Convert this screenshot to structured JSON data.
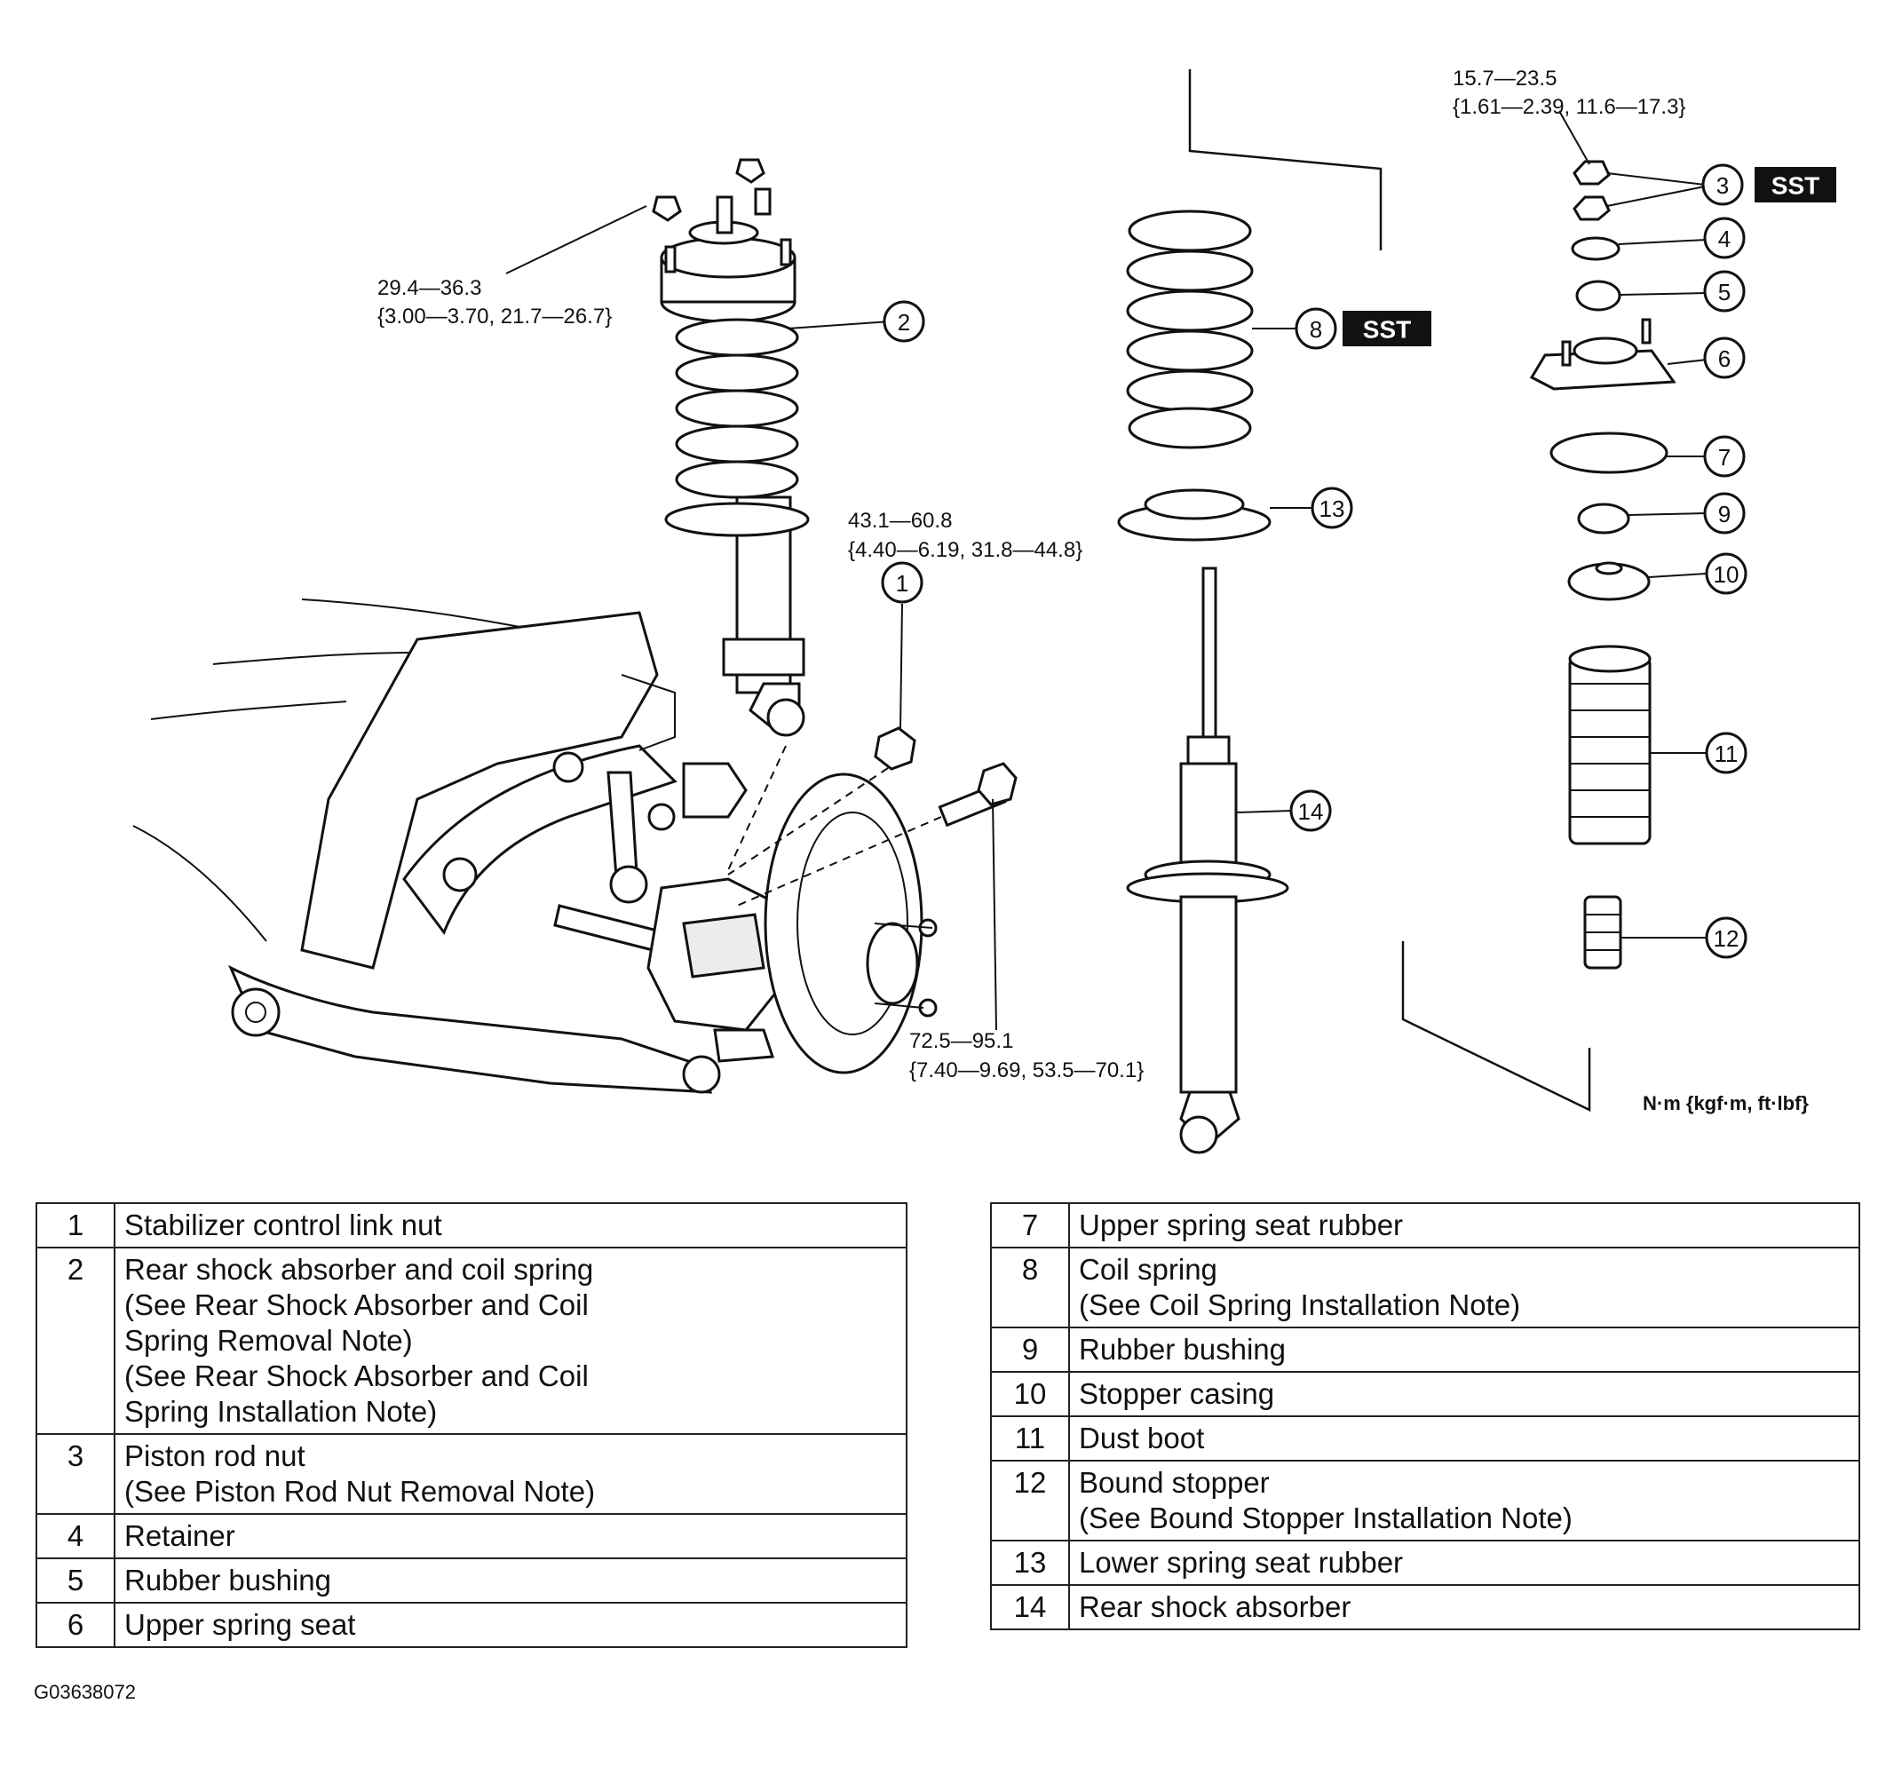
{
  "diagram": {
    "torque_specs": [
      {
        "id": "t1",
        "value": "29.4—36.3",
        "alt": "{3.00—3.70, 21.7—26.7}"
      },
      {
        "id": "t2",
        "value": "43.1—60.8",
        "alt": "{4.40—6.19, 31.8—44.8}"
      },
      {
        "id": "t3",
        "value": "72.5—95.1",
        "alt": "{7.40—9.69, 53.5—70.1}"
      },
      {
        "id": "t4",
        "value": "15.7—23.5",
        "alt": "{1.61—2.39, 11.6—17.3}"
      }
    ],
    "callouts": [
      "1",
      "2",
      "3",
      "4",
      "5",
      "6",
      "7",
      "8",
      "9",
      "10",
      "11",
      "12",
      "13",
      "14"
    ],
    "sst_label": "SST",
    "units_label": "N·m {kgf·m, ft·lbf}"
  },
  "parts_table": {
    "left": [
      {
        "num": "1",
        "lines": [
          "Stabilizer control link nut"
        ]
      },
      {
        "num": "2",
        "lines": [
          "Rear shock absorber and coil spring",
          "(See Rear Shock Absorber and Coil",
          "Spring Removal Note)",
          "(See Rear Shock Absorber and Coil",
          "Spring Installation Note)"
        ]
      },
      {
        "num": "3",
        "lines": [
          "Piston rod nut",
          "(See Piston Rod Nut Removal Note)"
        ]
      },
      {
        "num": "4",
        "lines": [
          "Retainer"
        ]
      },
      {
        "num": "5",
        "lines": [
          "Rubber bushing"
        ]
      },
      {
        "num": "6",
        "lines": [
          "Upper spring seat"
        ]
      }
    ],
    "right": [
      {
        "num": "7",
        "lines": [
          "Upper spring seat rubber"
        ]
      },
      {
        "num": "8",
        "lines": [
          "Coil spring",
          "(See Coil Spring Installation Note)"
        ]
      },
      {
        "num": "9",
        "lines": [
          "Rubber bushing"
        ]
      },
      {
        "num": "10",
        "lines": [
          "Stopper casing"
        ]
      },
      {
        "num": "11",
        "lines": [
          "Dust boot"
        ]
      },
      {
        "num": "12",
        "lines": [
          "Bound stopper",
          "(See Bound Stopper Installation Note)"
        ]
      },
      {
        "num": "13",
        "lines": [
          "Lower spring seat rubber"
        ]
      },
      {
        "num": "14",
        "lines": [
          "Rear shock absorber"
        ]
      }
    ]
  },
  "figure_code": "G03638072"
}
